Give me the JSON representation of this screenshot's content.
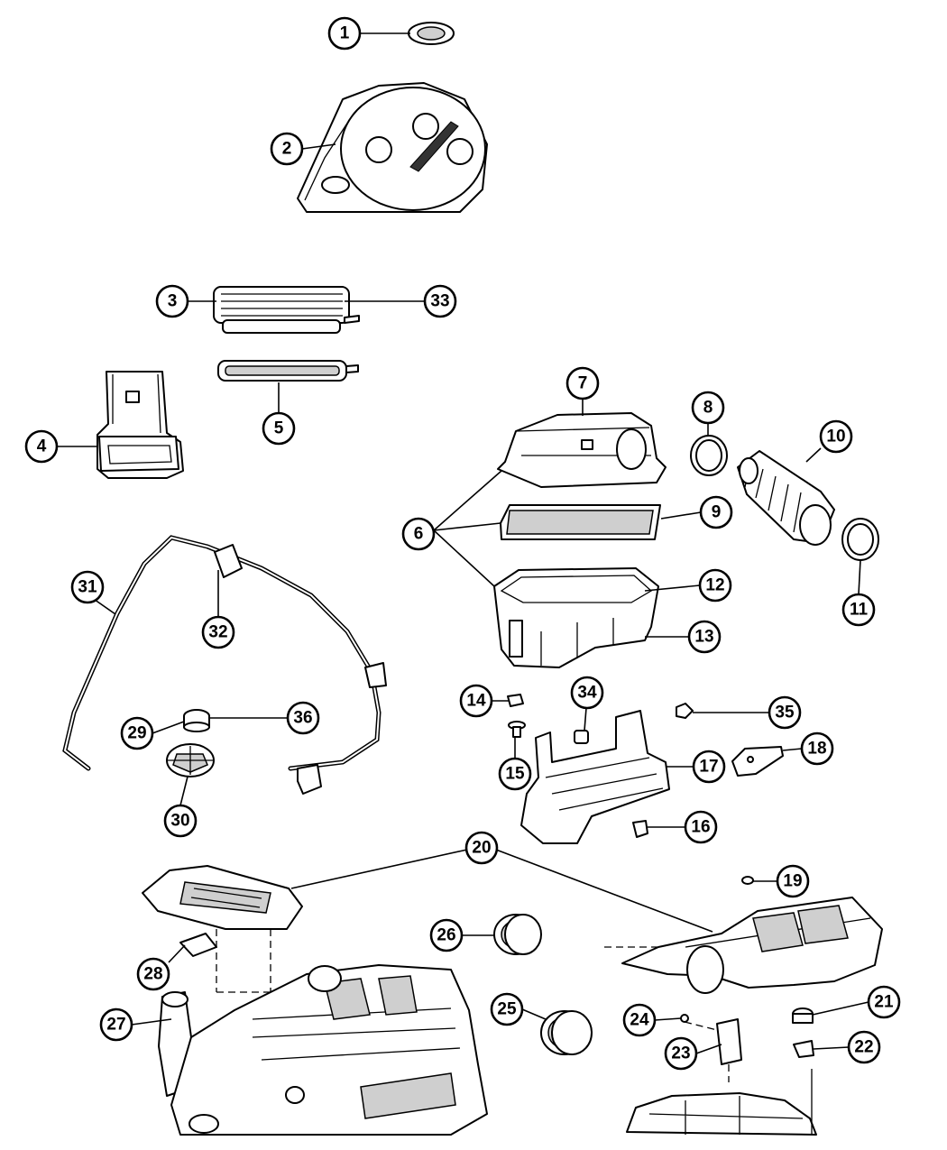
{
  "diagram": {
    "callouts": [
      {
        "id": "c1",
        "label": "1"
      },
      {
        "id": "c2",
        "label": "2"
      },
      {
        "id": "c3",
        "label": "3"
      },
      {
        "id": "c4",
        "label": "4"
      },
      {
        "id": "c5",
        "label": "5"
      },
      {
        "id": "c6",
        "label": "6"
      },
      {
        "id": "c7",
        "label": "7"
      },
      {
        "id": "c8",
        "label": "8"
      },
      {
        "id": "c9",
        "label": "9"
      },
      {
        "id": "c10",
        "label": "10"
      },
      {
        "id": "c11",
        "label": "11"
      },
      {
        "id": "c12",
        "label": "12"
      },
      {
        "id": "c13",
        "label": "13"
      },
      {
        "id": "c14",
        "label": "14"
      },
      {
        "id": "c15",
        "label": "15"
      },
      {
        "id": "c16",
        "label": "16"
      },
      {
        "id": "c17",
        "label": "17"
      },
      {
        "id": "c18",
        "label": "18"
      },
      {
        "id": "c19",
        "label": "19"
      },
      {
        "id": "c20",
        "label": "20"
      },
      {
        "id": "c21",
        "label": "21"
      },
      {
        "id": "c22",
        "label": "22"
      },
      {
        "id": "c23",
        "label": "23"
      },
      {
        "id": "c24",
        "label": "24"
      },
      {
        "id": "c25",
        "label": "25"
      },
      {
        "id": "c26",
        "label": "26"
      },
      {
        "id": "c27",
        "label": "27"
      },
      {
        "id": "c28",
        "label": "28"
      },
      {
        "id": "c29",
        "label": "29"
      },
      {
        "id": "c30",
        "label": "30"
      },
      {
        "id": "c31",
        "label": "31"
      },
      {
        "id": "c32",
        "label": "32"
      },
      {
        "id": "c33",
        "label": "33"
      },
      {
        "id": "c34",
        "label": "34"
      },
      {
        "id": "c35",
        "label": "35"
      },
      {
        "id": "c36",
        "label": "36"
      }
    ]
  }
}
